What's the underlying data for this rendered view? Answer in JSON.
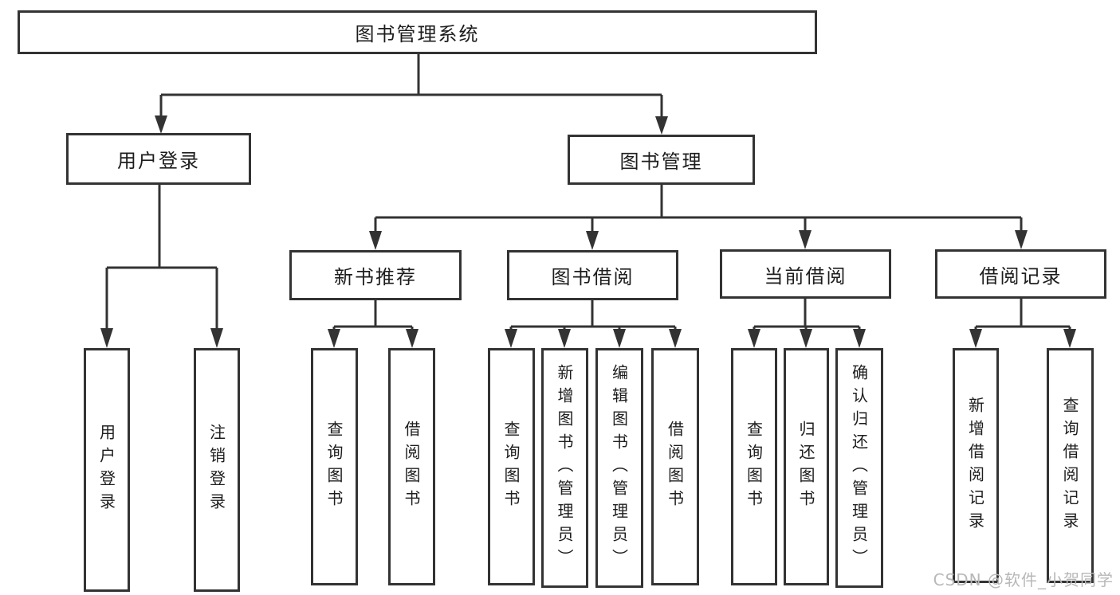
{
  "diagram": {
    "title": "图书管理系统",
    "nodes": {
      "root": "图书管理系统",
      "user_login": "用户登录",
      "book_mgmt": "图书管理",
      "new_books": "新书推荐",
      "book_borrow": "图书借阅",
      "current_borrow": "当前借阅",
      "borrow_records": "借阅记录",
      "leaf_user_login": "用户登录",
      "leaf_logout": "注销登录",
      "leaf_nb_query": "查询图书",
      "leaf_nb_borrow": "借阅图书",
      "leaf_bb_query": "查询图书",
      "leaf_bb_add": "新增图书（管理员）",
      "leaf_bb_edit": "编辑图书（管理员）",
      "leaf_bb_borrow": "借阅图书",
      "leaf_cb_query": "查询图书",
      "leaf_cb_return": "归还图书",
      "leaf_cb_confirm": "确认归还（管理员）",
      "leaf_br_add": "新增借阅记录",
      "leaf_br_query": "查询借阅记录"
    },
    "hierarchy": {
      "图书管理系统": {
        "用户登录": [
          "用户登录",
          "注销登录"
        ],
        "图书管理": {
          "新书推荐": [
            "查询图书",
            "借阅图书"
          ],
          "图书借阅": [
            "查询图书",
            "新增图书（管理员）",
            "编辑图书（管理员）",
            "借阅图书"
          ],
          "当前借阅": [
            "查询图书",
            "归还图书",
            "确认归还（管理员）"
          ],
          "借阅记录": [
            "新增借阅记录",
            "查询借阅记录"
          ]
        }
      }
    },
    "colors": {
      "line": "#333333",
      "text": "#1d1d1d",
      "box_background": "#ffffff",
      "watermark": "#b8b8b8"
    }
  },
  "watermark": "CSDN @软件_小贺同学"
}
